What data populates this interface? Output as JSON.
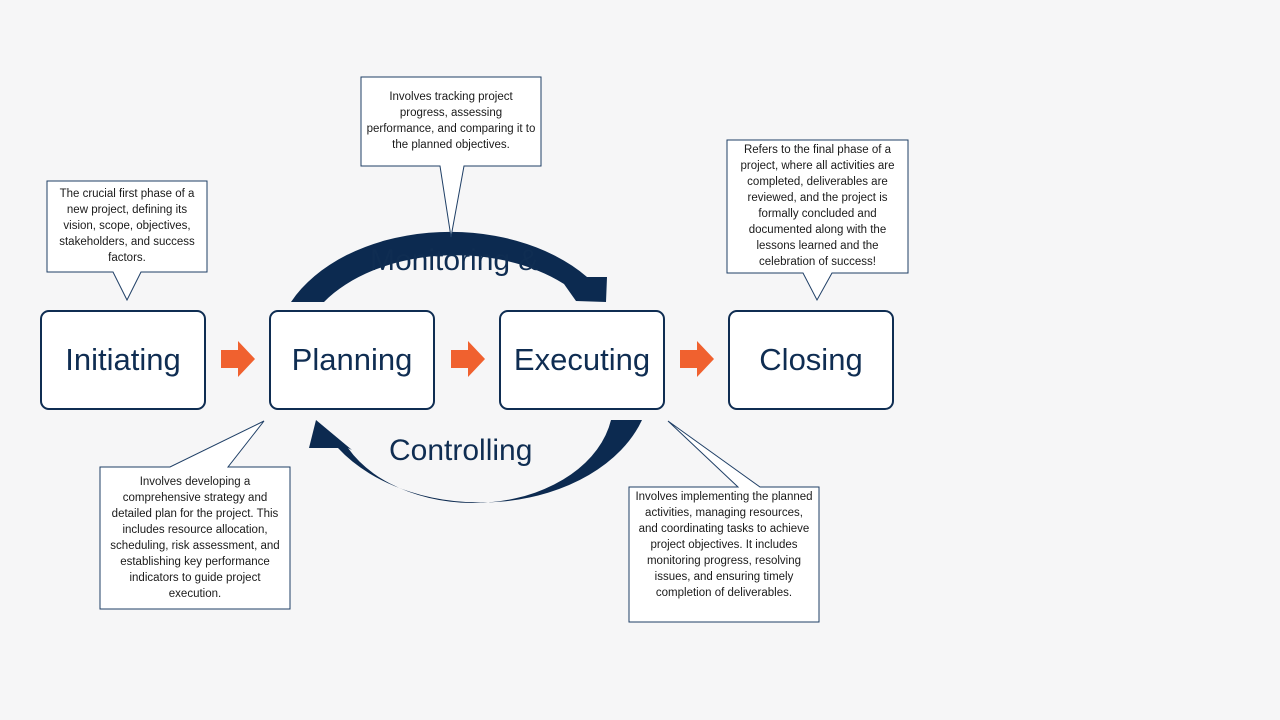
{
  "phases": [
    {
      "id": "initiating",
      "label": "Initiating"
    },
    {
      "id": "planning",
      "label": "Planning"
    },
    {
      "id": "executing",
      "label": "Executing"
    },
    {
      "id": "closing",
      "label": "Closing"
    }
  ],
  "cycle": {
    "top_label": "Monitoring &",
    "bottom_label": "Controlling"
  },
  "callouts": {
    "initiating": "The crucial first phase of a new project, defining its vision, scope, objectives, stakeholders, and success factors.",
    "planning": "Involves developing a comprehensive strategy and detailed plan for the project. This includes resource allocation, scheduling, risk assessment, and establishing key performance indicators to guide project execution.",
    "monitoring": "Involves tracking project progress, assessing performance, and comparing it to the planned objectives.",
    "executing": "Involves implementing the planned activities, managing resources, and coordinating tasks to achieve project objectives. It includes monitoring progress, resolving issues, and ensuring timely completion of deliverables.",
    "closing": "Refers to the final phase of a project, where all activities are completed, deliverables are reviewed, and the project is formally concluded and documented along with the lessons learned and the celebration of success!"
  },
  "colors": {
    "navy": "#0f2d52",
    "arc": "#0c2a50",
    "orange_arrow": "#f0612f",
    "background": "#f6f6f7"
  }
}
